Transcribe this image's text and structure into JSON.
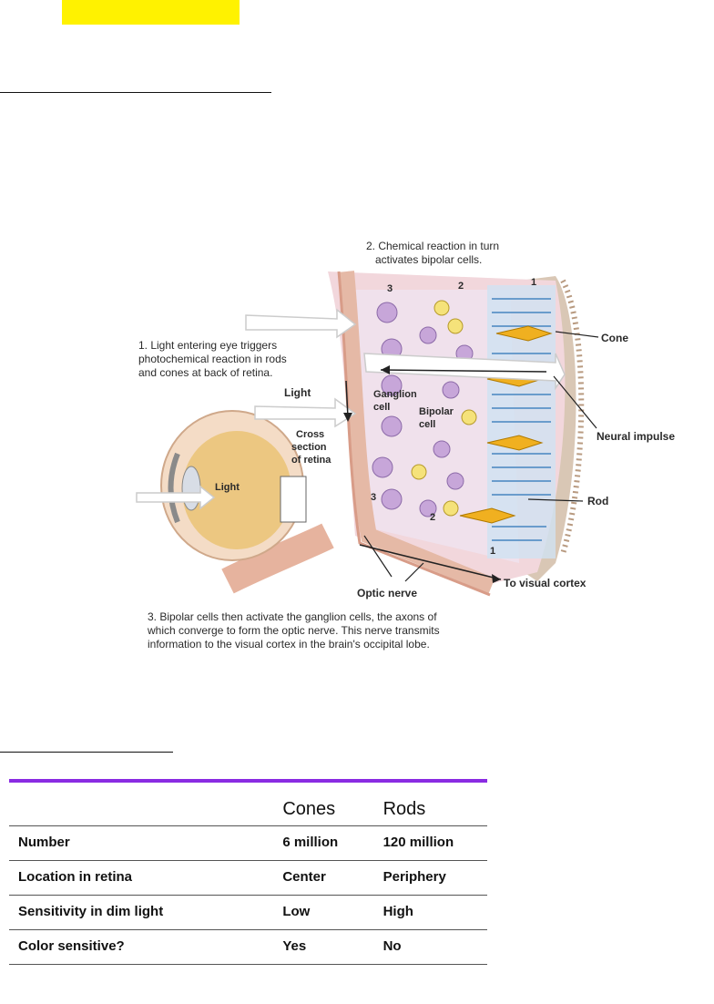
{
  "diagram": {
    "step1": [
      "1. Light entering eye triggers",
      "photochemical reaction in rods",
      "and cones at back of retina."
    ],
    "step2": [
      "2. Chemical reaction in turn",
      "activates bipolar cells."
    ],
    "step3": [
      "3. Bipolar cells then activate the ganglion cells, the axons of",
      "which converge to form the optic nerve. This nerve transmits",
      "information to the visual cortex in the brain's occipital lobe."
    ],
    "labels": {
      "cone": "Cone",
      "rod": "Rod",
      "neural_impulse": "Neural impulse",
      "light_top": "Light",
      "light_eye": "Light",
      "ganglion": [
        "Ganglion",
        "cell"
      ],
      "bipolar": [
        "Bipolar",
        "cell"
      ],
      "cross_section": [
        "Cross",
        "section",
        "of retina"
      ],
      "optic_nerve": "Optic nerve",
      "to_visual_cortex": "To visual cortex",
      "num1": "1",
      "num2": "2",
      "num3": "3"
    }
  },
  "table": {
    "headers": [
      "",
      "Cones",
      "Rods"
    ],
    "rows": [
      [
        "Number",
        "6 million",
        "120 million"
      ],
      [
        "Location in retina",
        "Center",
        "Periphery"
      ],
      [
        "Sensitivity in dim light",
        "Low",
        "High"
      ],
      [
        "Color sensitive?",
        "Yes",
        "No"
      ]
    ]
  },
  "colors": {
    "highlight": "#fff200",
    "table_accent": "#8a2be2"
  }
}
